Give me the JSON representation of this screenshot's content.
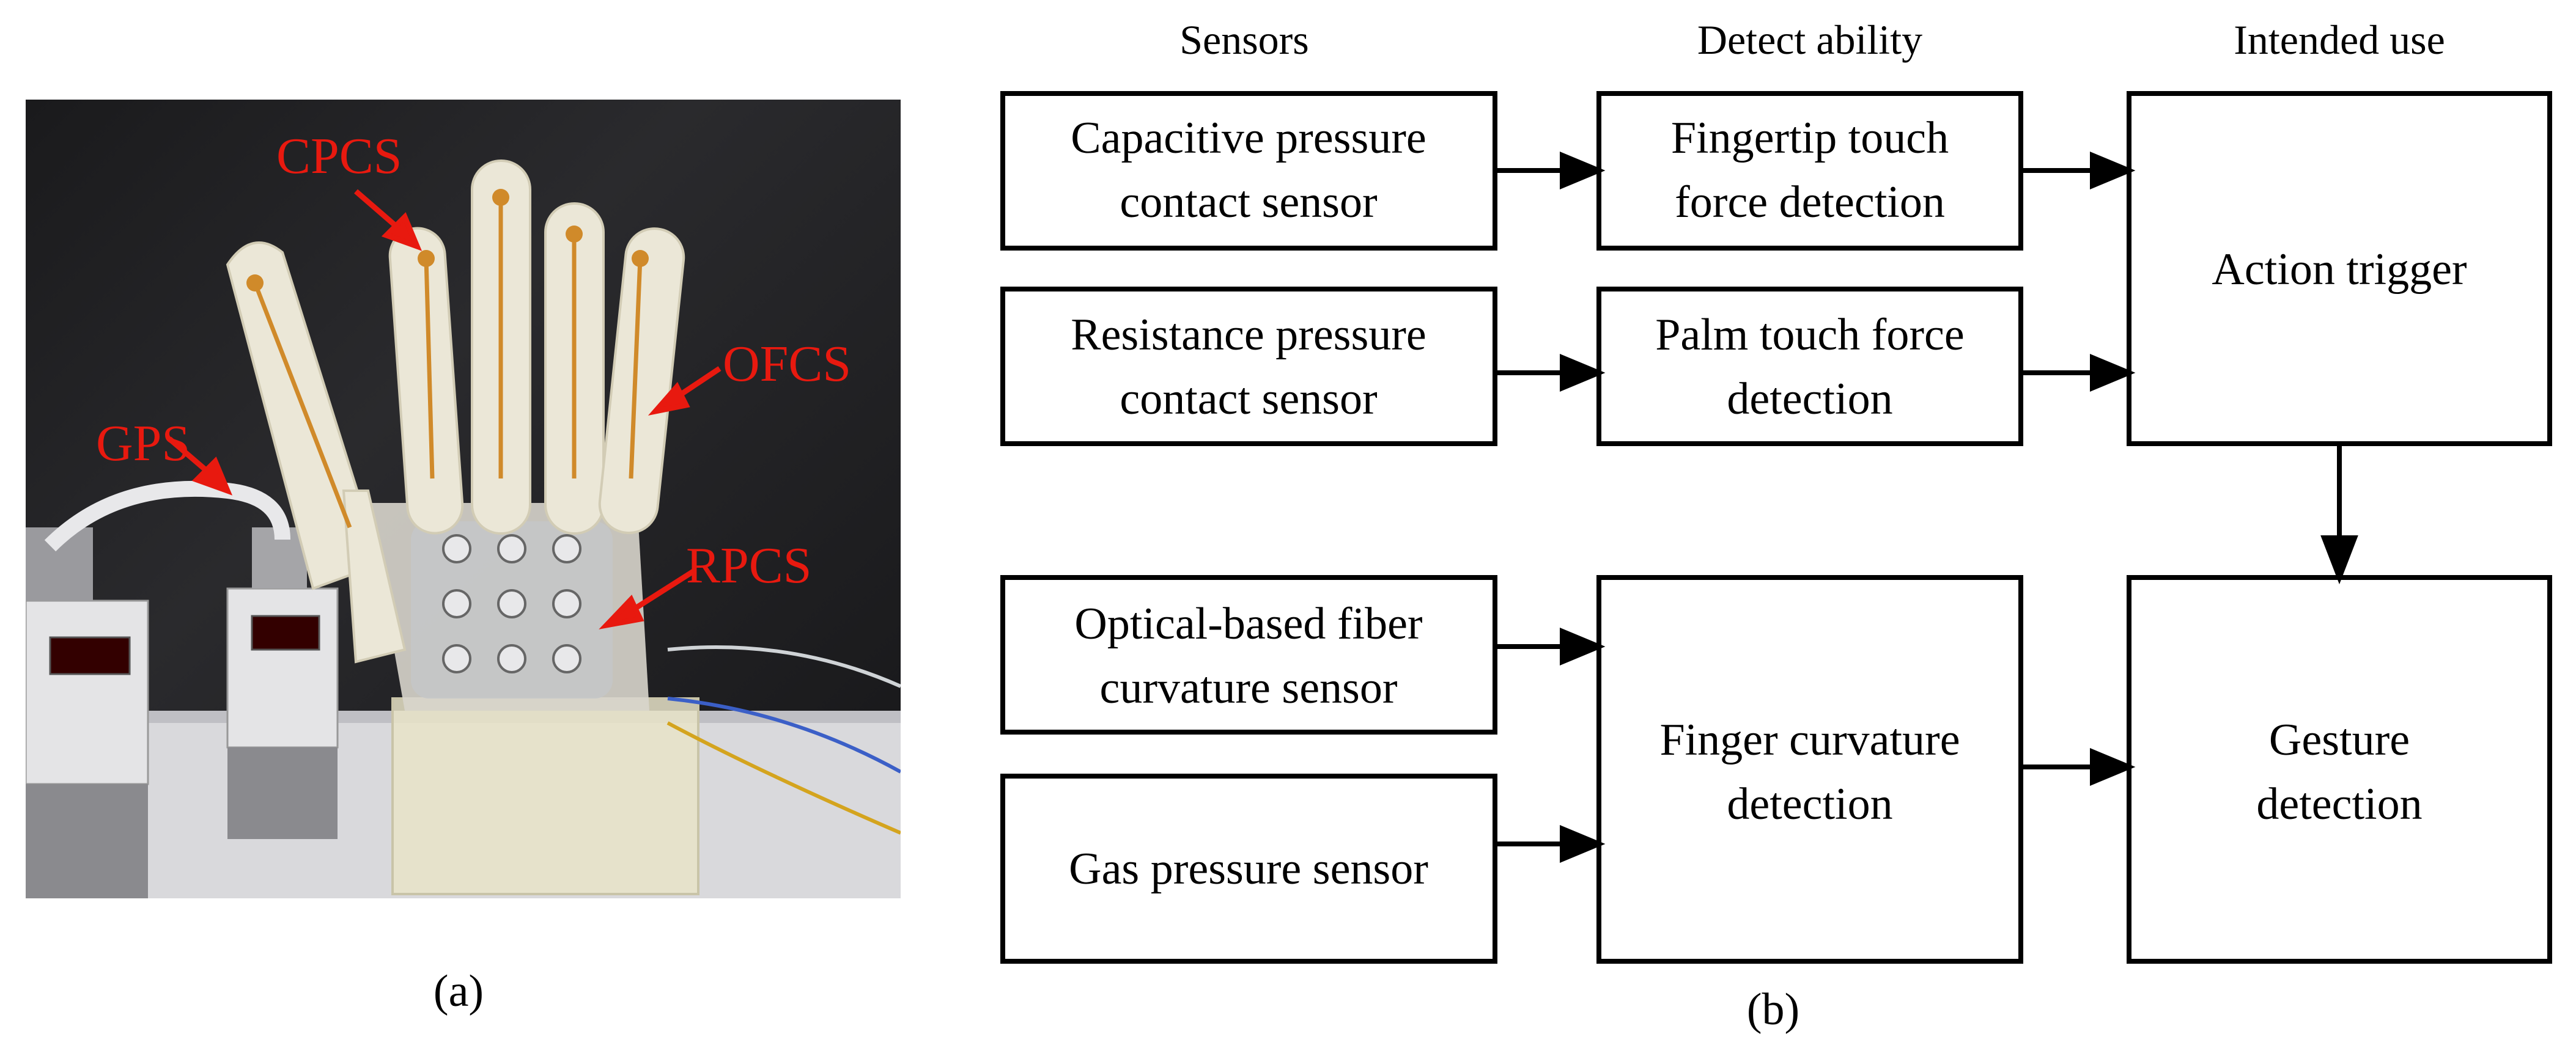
{
  "photo": {
    "labels": {
      "cpcs": "CPCS",
      "ofcs": "OFCS",
      "gps": "GPS",
      "rpcs": "RPCS"
    },
    "label_color": "#e8190f"
  },
  "captions": {
    "a": "(a)",
    "b": "(b)"
  },
  "headers": {
    "sensors": "Sensors",
    "detect": "Detect ability",
    "use": "Intended use"
  },
  "sensors": {
    "capacitive": [
      "Capacitive pressure",
      "contact sensor"
    ],
    "resistance": [
      "Resistance pressure",
      "contact sensor"
    ],
    "optical": [
      "Optical-based fiber",
      "curvature sensor"
    ],
    "gas": [
      "Gas pressure sensor"
    ]
  },
  "detect": {
    "fingertip": [
      "Fingertip touch",
      "force detection"
    ],
    "palm": [
      "Palm touch force",
      "detection"
    ],
    "curvature": [
      "Finger curvature",
      "detection"
    ]
  },
  "use": {
    "action": [
      "Action trigger"
    ],
    "gesture": [
      "Gesture",
      "detection"
    ]
  }
}
